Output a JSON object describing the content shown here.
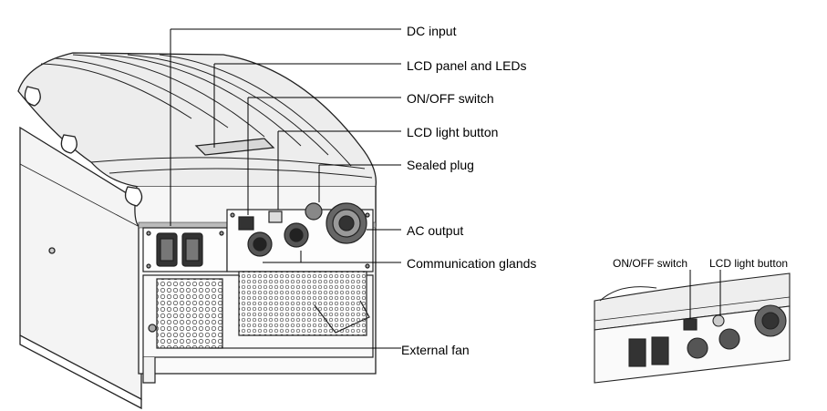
{
  "callouts": [
    {
      "label": "DC input"
    },
    {
      "label": "LCD panel and LEDs"
    },
    {
      "label": "ON/OFF switch"
    },
    {
      "label": "LCD light button"
    },
    {
      "label": "Sealed plug"
    },
    {
      "label": "AC output"
    },
    {
      "label": "Communication glands"
    },
    {
      "label": "External fan"
    }
  ],
  "inset": {
    "onoff_label": "ON/OFF switch",
    "lcd_light_label": "LCD light button"
  }
}
